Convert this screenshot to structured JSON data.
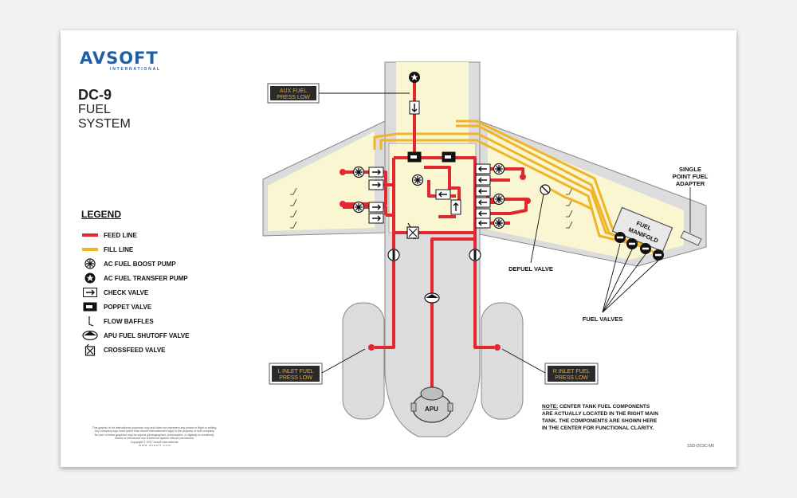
{
  "brand": {
    "name": "AVSOFT",
    "subtitle": "INTERNATIONAL",
    "color": "#1f5fa8"
  },
  "title": {
    "line1": "DC-9",
    "line2": "FUEL",
    "line3": "SYSTEM"
  },
  "legend": {
    "title": "LEGEND",
    "items": [
      {
        "label": "FEED LINE",
        "icon": "feed-line",
        "color": "#e0282e"
      },
      {
        "label": "FILL LINE",
        "icon": "fill-line",
        "color": "#f0b428"
      },
      {
        "label": "AC FUEL BOOST PUMP",
        "icon": "boost-pump-icon"
      },
      {
        "label": "AC FUEL TRANSFER PUMP",
        "icon": "transfer-pump-icon"
      },
      {
        "label": "CHECK VALVE",
        "icon": "check-valve-icon"
      },
      {
        "label": "POPPET VALVE",
        "icon": "poppet-valve-icon"
      },
      {
        "label": "FLOW BAFFLES",
        "icon": "flow-baffle-icon"
      },
      {
        "label": "APU FUEL SHUTOFF VALVE",
        "icon": "apu-shutoff-valve-icon"
      },
      {
        "label": "CROSSFEED VALVE",
        "icon": "crossfeed-valve-icon"
      }
    ]
  },
  "annunciators": {
    "aux_fuel": {
      "line1": "AUX FUEL",
      "line2": "PRESS LOW"
    },
    "l_inlet": {
      "line1": "L INLET FUEL",
      "line2": "PRESS LOW"
    },
    "r_inlet": {
      "line1": "R INLET FUEL",
      "line2": "PRESS LOW"
    }
  },
  "labels": {
    "single_point_1": "SINGLE",
    "single_point_2": "POINT FUEL",
    "single_point_3": "ADAPTER",
    "fuel_manifold_1": "FUEL",
    "fuel_manifold_2": "MANIFOLD",
    "defuel_valve": "DEFUEL VALVE",
    "fuel_valves": "FUEL VALVES",
    "apu": "APU"
  },
  "note": {
    "lead": "NOTE:",
    "line1": " CENTER TANK FUEL COMPONENTS",
    "line2": "ARE ACTUALLY LOCATED IN THE RIGHT MAIN",
    "line3": "TANK. THE COMPONENTS ARE SHOWN HERE",
    "line4": "IN THE CENTER FOR FUNCTIONAL CLARITY."
  },
  "disclaimer": [
    "This graphic is for instructional purposes only and does not represent any phase of flight or setting.",
    "Any company logo used (other than Avsoft International's logo) is the property of that company.",
    "No part of these graphics may be copied (photographed, photocopied, or digitally re-rendered),",
    "stored or introduced into a retrieval system without permission.",
    "Copyright © 2017 Avsoft International.",
    "w w w . a v s o f t . c o m"
  ],
  "reference": "SSD-DC9C-M6",
  "colors": {
    "feed": "#e0282e",
    "fill": "#f0b428",
    "tank": "#fbf6d2",
    "fuselage": "#dcdcdc",
    "annunciator_bg": "#2a2a2a",
    "annunciator_text": "#e8a93a"
  }
}
